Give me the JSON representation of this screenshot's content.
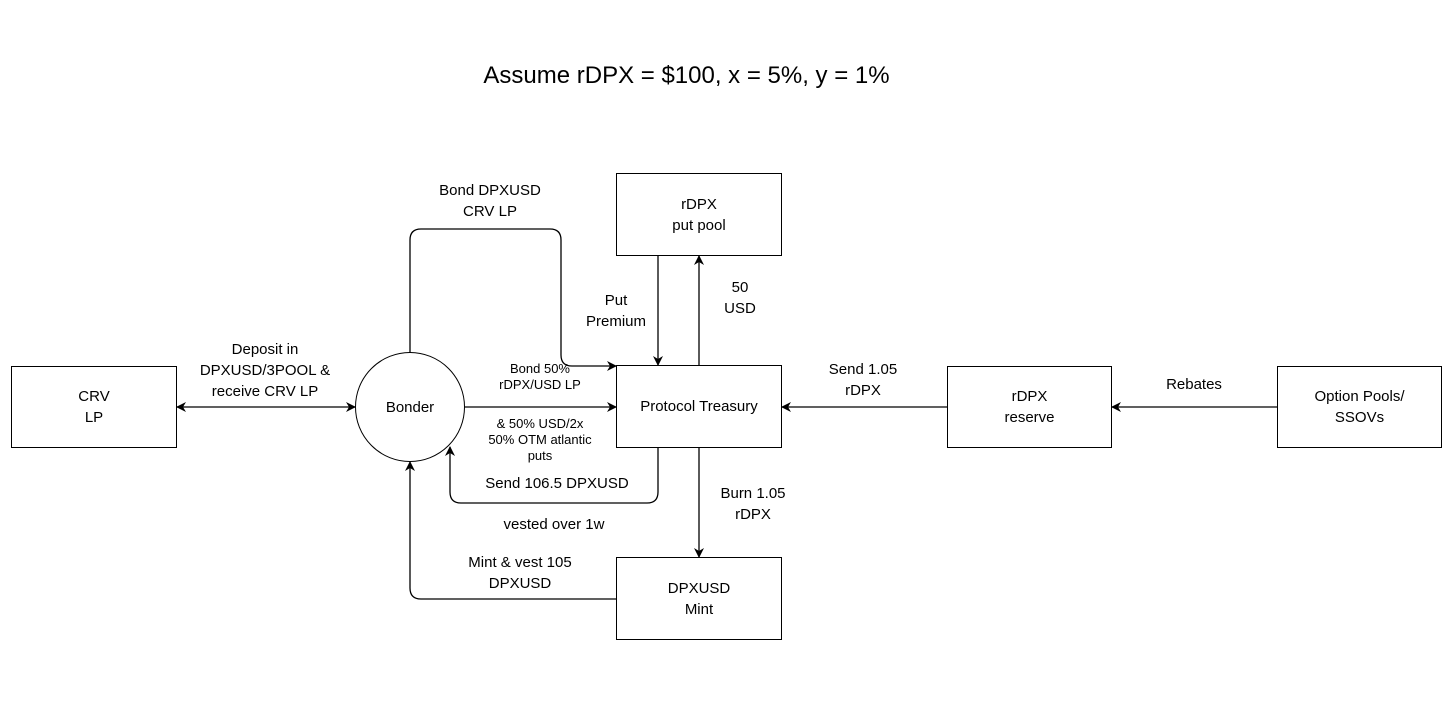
{
  "title": "Assume rDPX = $100, x = 5%, y = 1%",
  "nodes": {
    "crv_lp": "CRV\nLP",
    "bonder": "Bonder",
    "treasury": "Protocol Treasury",
    "put_pool": "rDPX\nput pool",
    "dpxusd_mint": "DPXUSD\nMint",
    "rdpx_reserve": "rDPX\nreserve",
    "option_pools": "Option Pools/\nSSOVs"
  },
  "edges": {
    "deposit": "Deposit in\nDPXUSD/3POOL &\nreceive CRV LP",
    "bond_crv_lp": "Bond DPXUSD\nCRV LP",
    "bond_rdpx_usd": "Bond 50%\nrDPX/USD LP",
    "usd_atlantic": "& 50% USD/2x\n50% OTM atlantic\nputs",
    "put_premium": "Put\nPremium",
    "usd_50": "50\nUSD",
    "send_rdpx": "Send 1.05\nrDPX",
    "rebates": "Rebates",
    "burn_rdpx": "Burn 1.05\nrDPX",
    "send_dpxusd": "Send 106.5 DPXUSD",
    "vested": "vested over 1w",
    "mint_vest": "Mint & vest 105\nDPXUSD"
  }
}
